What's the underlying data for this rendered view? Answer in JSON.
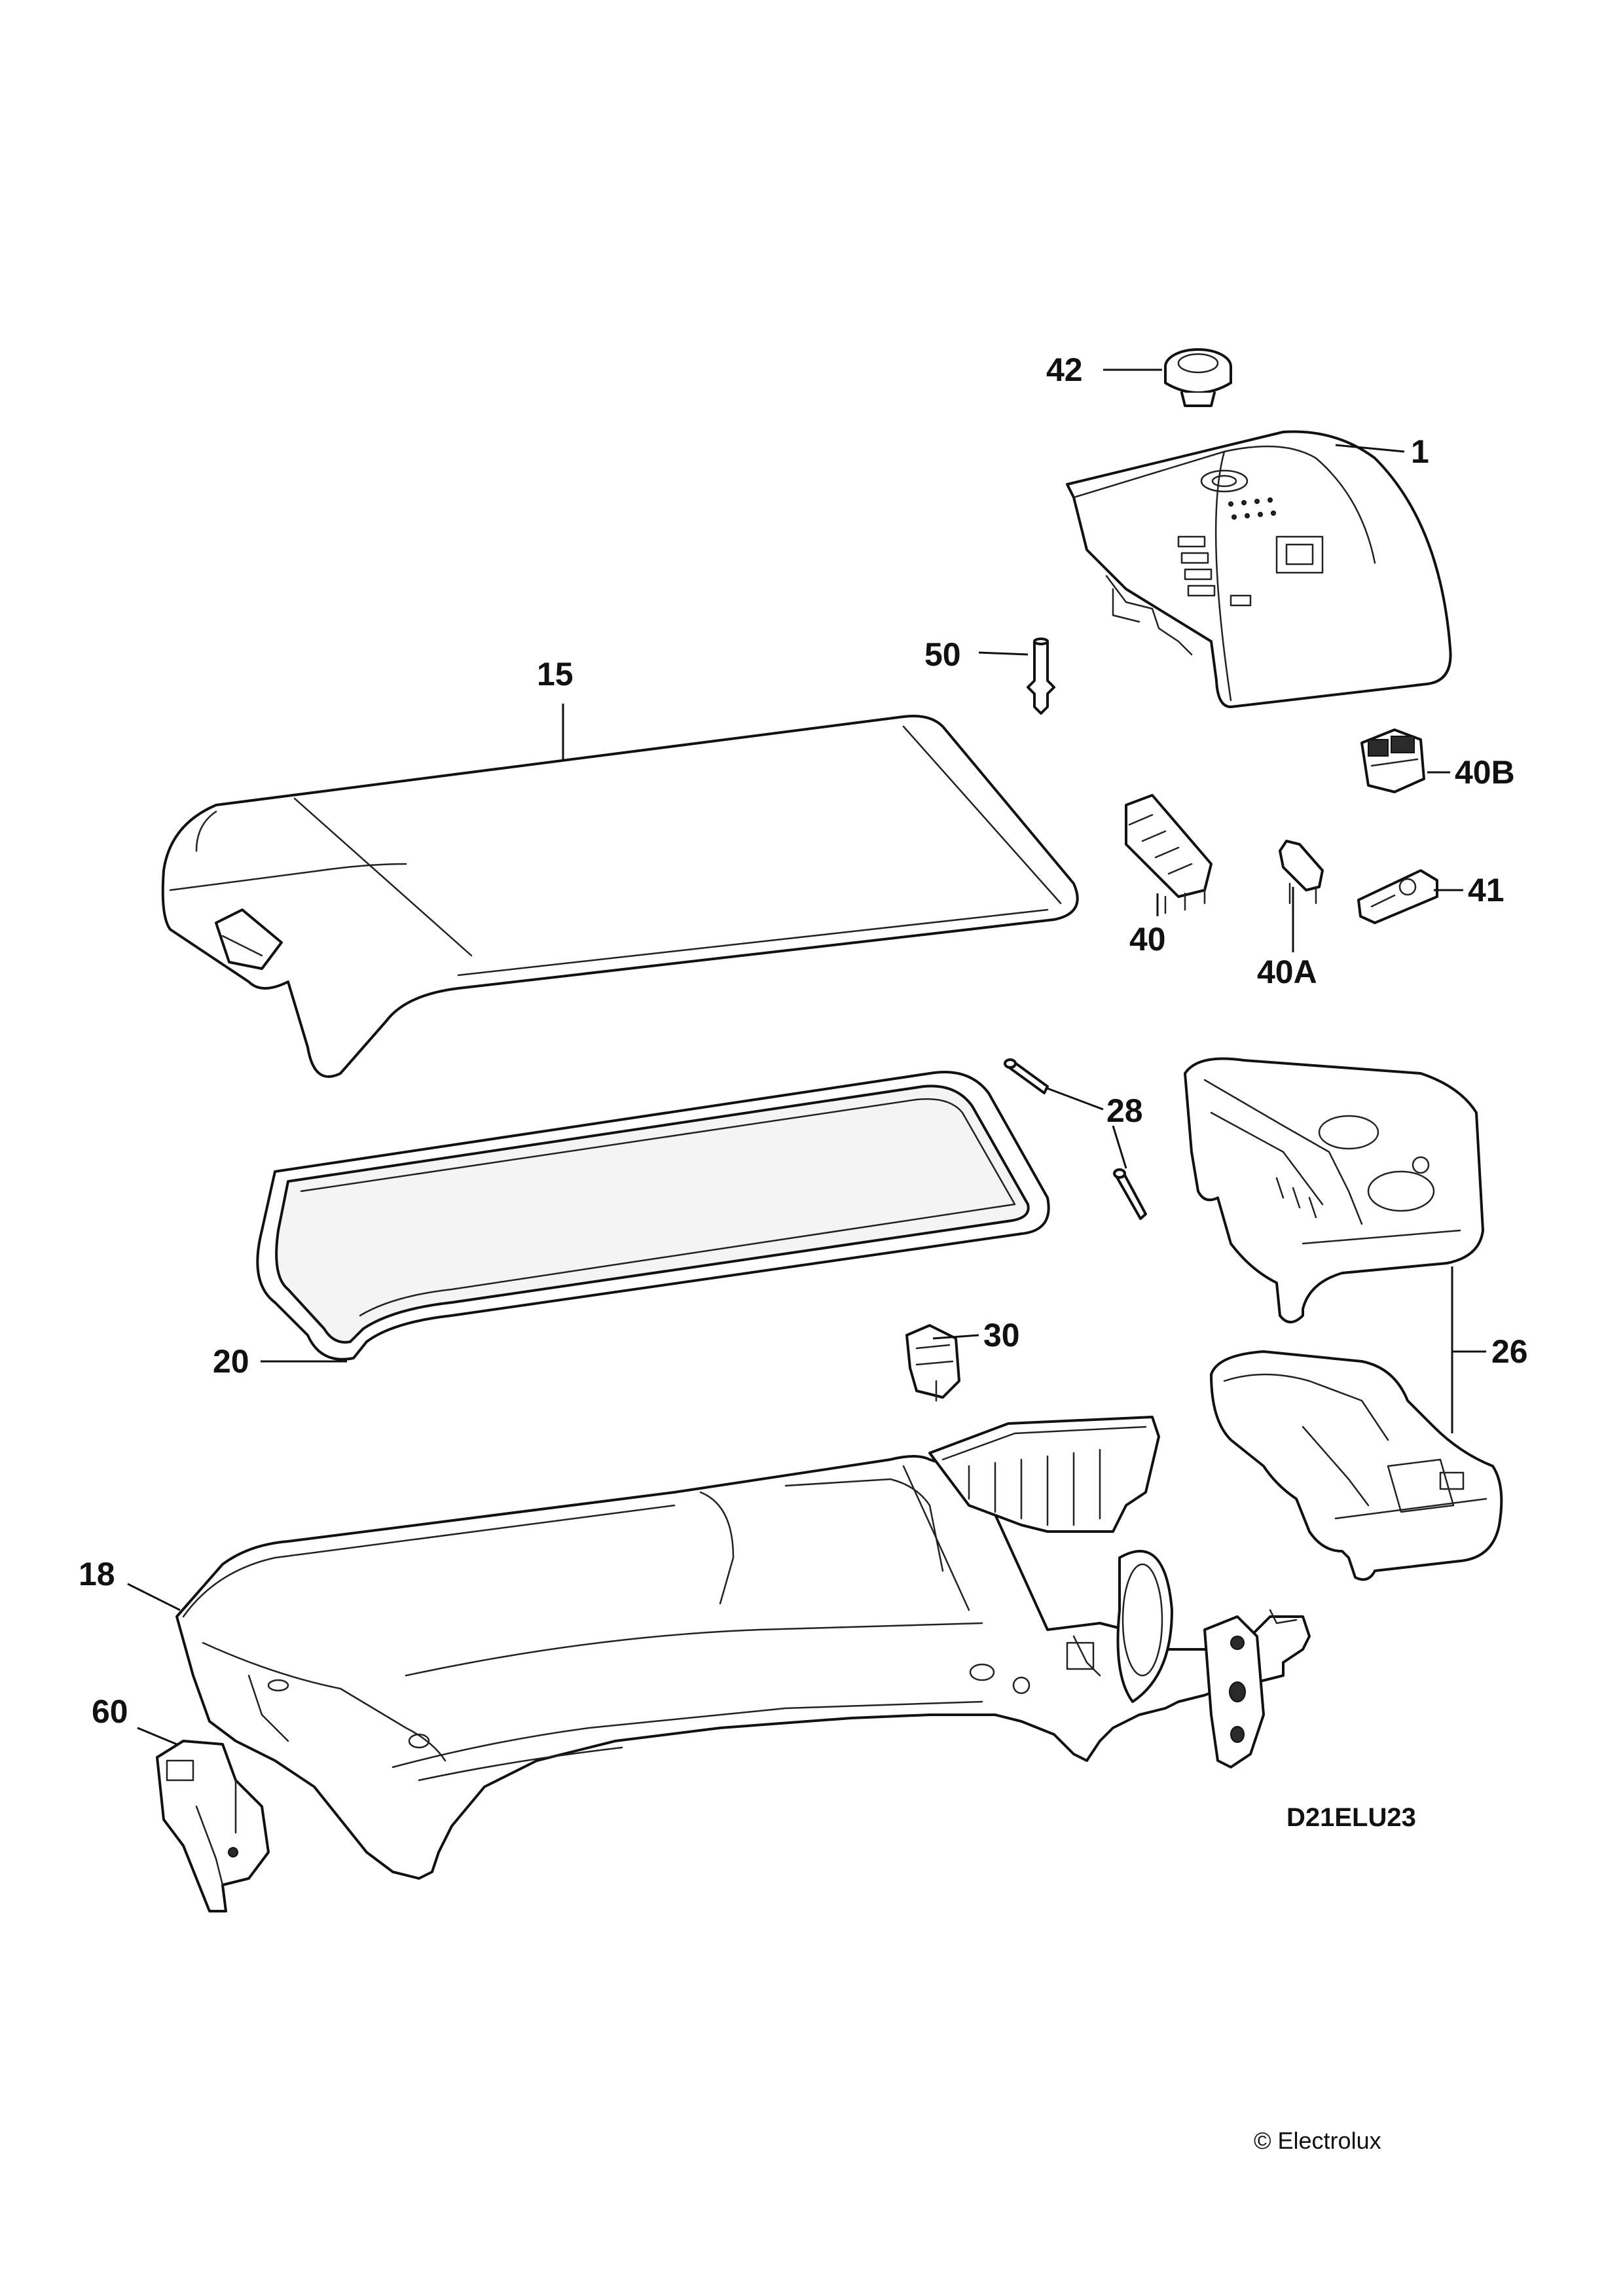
{
  "diagram": {
    "callouts": {
      "c42": "42",
      "c1": "1",
      "c50": "50",
      "c15": "15",
      "c40B": "40B",
      "c40": "40",
      "c40A": "40A",
      "c41": "41",
      "c28": "28",
      "c30": "30",
      "c26": "26",
      "c20": "20",
      "c18": "18",
      "c60": "60"
    },
    "drawing_code": "D21ELU23",
    "copyright": "© Electrolux"
  }
}
